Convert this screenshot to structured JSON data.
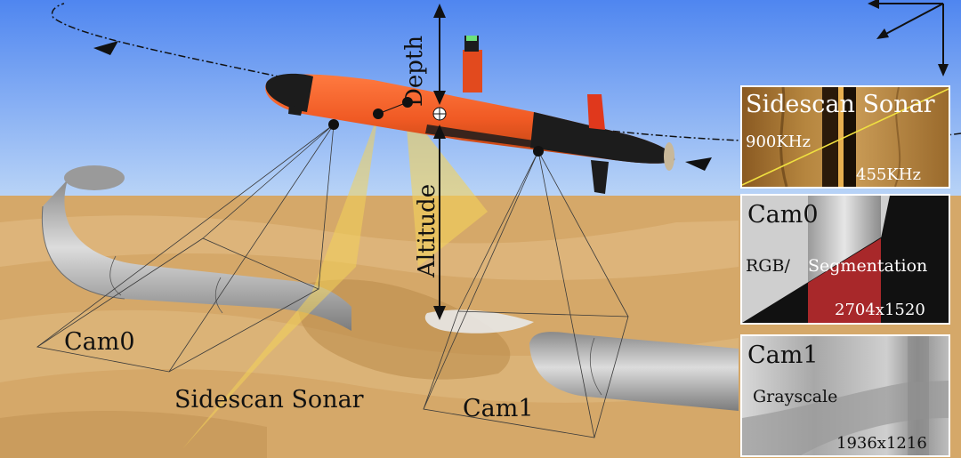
{
  "colors": {
    "water_top": "#4f86f0",
    "water_bottom": "#b9d4f7",
    "sand": "#d5a869",
    "sand_light": "#e2bd85",
    "sand_dark": "#b98a4a",
    "pipe_dark": "#7a7a7a",
    "pipe_light": "#d9d9d9",
    "auv_orange": "#f05a24",
    "auv_black": "#1c1c1c",
    "sonar_yellow": "#f3d25a",
    "sonar_line": "#f0e040",
    "segmentation_red": "#a8282a",
    "panel_border": "#ffffff"
  },
  "icons": {
    "trajectory_arrow": "arrow-head-icon",
    "coordinate_frame": "axes-icon"
  },
  "labels": {
    "depth": "Depth",
    "altitude": "Altitude",
    "cam0": "Cam0",
    "sidescan_sonar": "Sidescan Sonar",
    "cam1": "Cam1"
  },
  "panels": {
    "sonar": {
      "title": "Sidescan Sonar",
      "freq_high": "900KHz",
      "freq_low": "455KHz"
    },
    "cam0": {
      "title": "Cam0",
      "mode_rgb": "RGB/",
      "mode_seg": "Segmentation",
      "resolution": "2704x1520"
    },
    "cam1": {
      "title": "Cam1",
      "mode": "Grayscale",
      "resolution": "1936x1216"
    }
  }
}
